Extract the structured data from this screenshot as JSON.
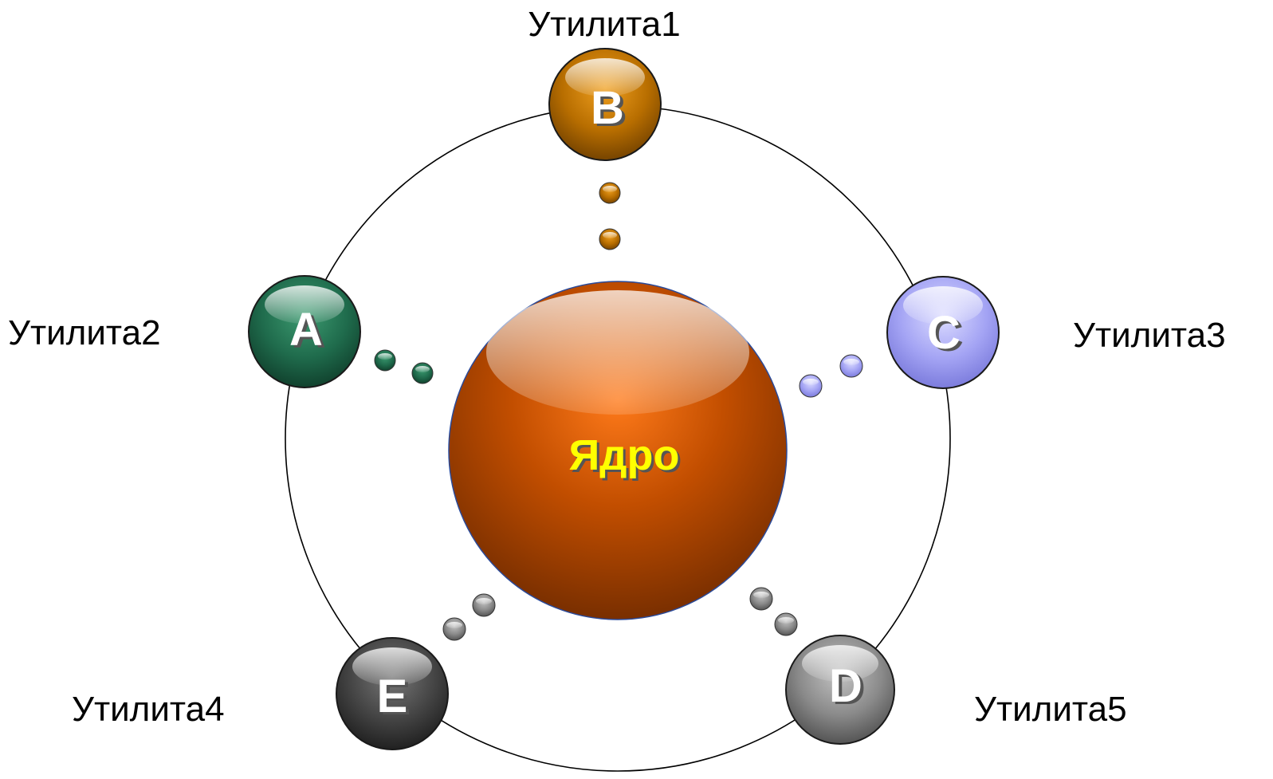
{
  "core": {
    "label": "Ядро",
    "color": "#c45000"
  },
  "utilities": [
    {
      "id": "B",
      "letter": "B",
      "label": "Утилита1",
      "color": "#c77a00"
    },
    {
      "id": "A",
      "letter": "A",
      "label": "Утилита2",
      "color": "#1f6b4c"
    },
    {
      "id": "C",
      "letter": "C",
      "label": "Утилита3",
      "color": "#9b9bf2"
    },
    {
      "id": "E",
      "letter": "E",
      "label": "Утилита4",
      "color": "#3c3c3c"
    },
    {
      "id": "D",
      "letter": "D",
      "label": "Утилита5",
      "color": "#7a7a7a"
    }
  ]
}
